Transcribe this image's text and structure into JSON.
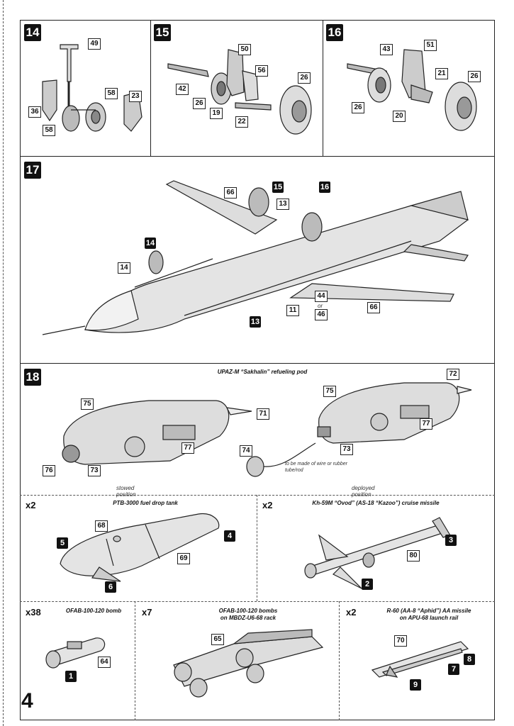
{
  "page_number": "4",
  "steps": {
    "s14": {
      "num": "14",
      "labels": [
        "49",
        "36",
        "58",
        "58",
        "23"
      ]
    },
    "s15": {
      "num": "15",
      "labels": [
        "50",
        "56",
        "26",
        "42",
        "26",
        "19",
        "22"
      ]
    },
    "s16": {
      "num": "16",
      "labels": [
        "43",
        "51",
        "26",
        "21",
        "26",
        "20"
      ]
    },
    "s17": {
      "num": "17",
      "labels": [
        "66",
        "15",
        "13",
        "16",
        "14",
        "14",
        "11",
        "44",
        "or",
        "46",
        "66",
        "13"
      ]
    },
    "s18": {
      "num": "18",
      "title": "UPAZ-M “Sakhalin” refueling pod",
      "labels": [
        "75",
        "71",
        "77",
        "73",
        "76",
        "74",
        "75",
        "72",
        "77",
        "73"
      ],
      "note": "to be made of wire or rubber tube/rod",
      "stowed": "stowed position",
      "deployed": "deployed position"
    }
  },
  "sections": {
    "tank": {
      "mult": "x2",
      "title": "PTB-3000 fuel drop tank",
      "labels": [
        "68",
        "69"
      ],
      "blacks": [
        "5",
        "4",
        "6"
      ]
    },
    "kh59": {
      "mult": "x2",
      "title": "Kh-59M “Ovod” (AS-18 “Kazoo”) cruise missile",
      "labels": [
        "80"
      ],
      "blacks": [
        "3",
        "2"
      ]
    },
    "ofab": {
      "mult": "x38",
      "title": "OFAB-100-120 bomb",
      "labels": [
        "64"
      ],
      "blacks": [
        "1"
      ]
    },
    "rack": {
      "mult": "x7",
      "title1": "OFAB-100-120 bombs",
      "title2": "on MBDZ-U6-68 rack",
      "labels": [
        "65"
      ]
    },
    "r60": {
      "mult": "x2",
      "title1": "R-60 (AA-8 “Aphid”) AA missile",
      "title2": "on APU-68 launch rail",
      "labels": [
        "70"
      ],
      "blacks": [
        "8",
        "7",
        "9"
      ]
    }
  }
}
